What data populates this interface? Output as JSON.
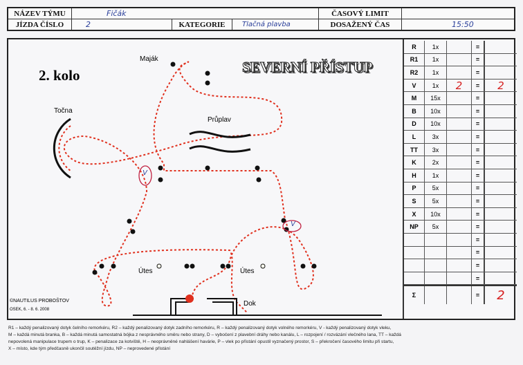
{
  "header": {
    "team_name_label": "NÁZEV TÝMU",
    "team_name": "Fičák",
    "run_number_label": "JÍZDA ČÍSLO",
    "run_number": "2",
    "category_label": "KATEGORIE",
    "category": "Tlačná plavba",
    "time_limit_label": "ČASOVÝ LIMIT",
    "time_limit": "",
    "achieved_time_label": "DOSAŽENÝ ČAS",
    "achieved_time": "15:50"
  },
  "map": {
    "round": "2. kolo",
    "title": "SEVERNÍ PŘÍSTUP",
    "labels": {
      "lighthouse": "Maják",
      "turntable": "Točna",
      "canal": "Průplav",
      "reef1": "Útes",
      "reef2": "Útes",
      "dock": "Dok"
    },
    "marks": [
      "V",
      "V"
    ],
    "credit": "©NAUTILUS PROBOŠTOV",
    "credit_place": "OSEK, 6. - 8. 6. 2008",
    "colors": {
      "path": "#e0301e",
      "ink": "#111"
    }
  },
  "penalties": [
    {
      "code": "R",
      "mult": "1x",
      "count": "",
      "total": ""
    },
    {
      "code": "R1",
      "mult": "1x",
      "count": "",
      "total": ""
    },
    {
      "code": "R2",
      "mult": "1x",
      "count": "",
      "total": ""
    },
    {
      "code": "V",
      "mult": "1x",
      "count": "2",
      "total": "2"
    },
    {
      "code": "M",
      "mult": "15x",
      "count": "",
      "total": ""
    },
    {
      "code": "B",
      "mult": "10x",
      "count": "",
      "total": ""
    },
    {
      "code": "D",
      "mult": "10x",
      "count": "",
      "total": ""
    },
    {
      "code": "L",
      "mult": "3x",
      "count": "",
      "total": ""
    },
    {
      "code": "TT",
      "mult": "3x",
      "count": "",
      "total": ""
    },
    {
      "code": "K",
      "mult": "2x",
      "count": "",
      "total": ""
    },
    {
      "code": "H",
      "mult": "1x",
      "count": "",
      "total": ""
    },
    {
      "code": "P",
      "mult": "5x",
      "count": "",
      "total": ""
    },
    {
      "code": "S",
      "mult": "5x",
      "count": "",
      "total": ""
    },
    {
      "code": "X",
      "mult": "10x",
      "count": "",
      "total": ""
    },
    {
      "code": "NP",
      "mult": "5x",
      "count": "",
      "total": ""
    },
    {
      "code": "",
      "mult": "",
      "count": "",
      "total": ""
    },
    {
      "code": "",
      "mult": "",
      "count": "",
      "total": ""
    },
    {
      "code": "",
      "mult": "",
      "count": "",
      "total": ""
    },
    {
      "code": "",
      "mult": "",
      "count": "",
      "total": ""
    }
  ],
  "equals": "=",
  "sum": {
    "symbol": "Σ",
    "total": "2"
  },
  "legend": [
    "R1 – každý penalizovaný dotyk čelního remorkéru, R2 – každý penalizovaný dotyk zadního remorkéru, R – každý penalizovaný dotyk volného remorkéru, V - každý penalizovaný dotyk vleku,",
    "M – každá minutá branka, B – každá minutá samostatná bójka z nesprávného směru nebo strany, D – vybočení z plavební dráhy nebo kanálu, L – rozpojení / rozvázání vlečného lana, TT – každá",
    "nepovolená manipulace trupem o trup, K – penalizace za kotviště, H – neoprávněné nahlášení havárie, P – vlek po přistání opustil vyznačený prostor, S – překročení časového limitu při startu,",
    "X – místo, kde tým předčasně ukončil soutěžní jízdu, NP – neprovedené přistání"
  ]
}
